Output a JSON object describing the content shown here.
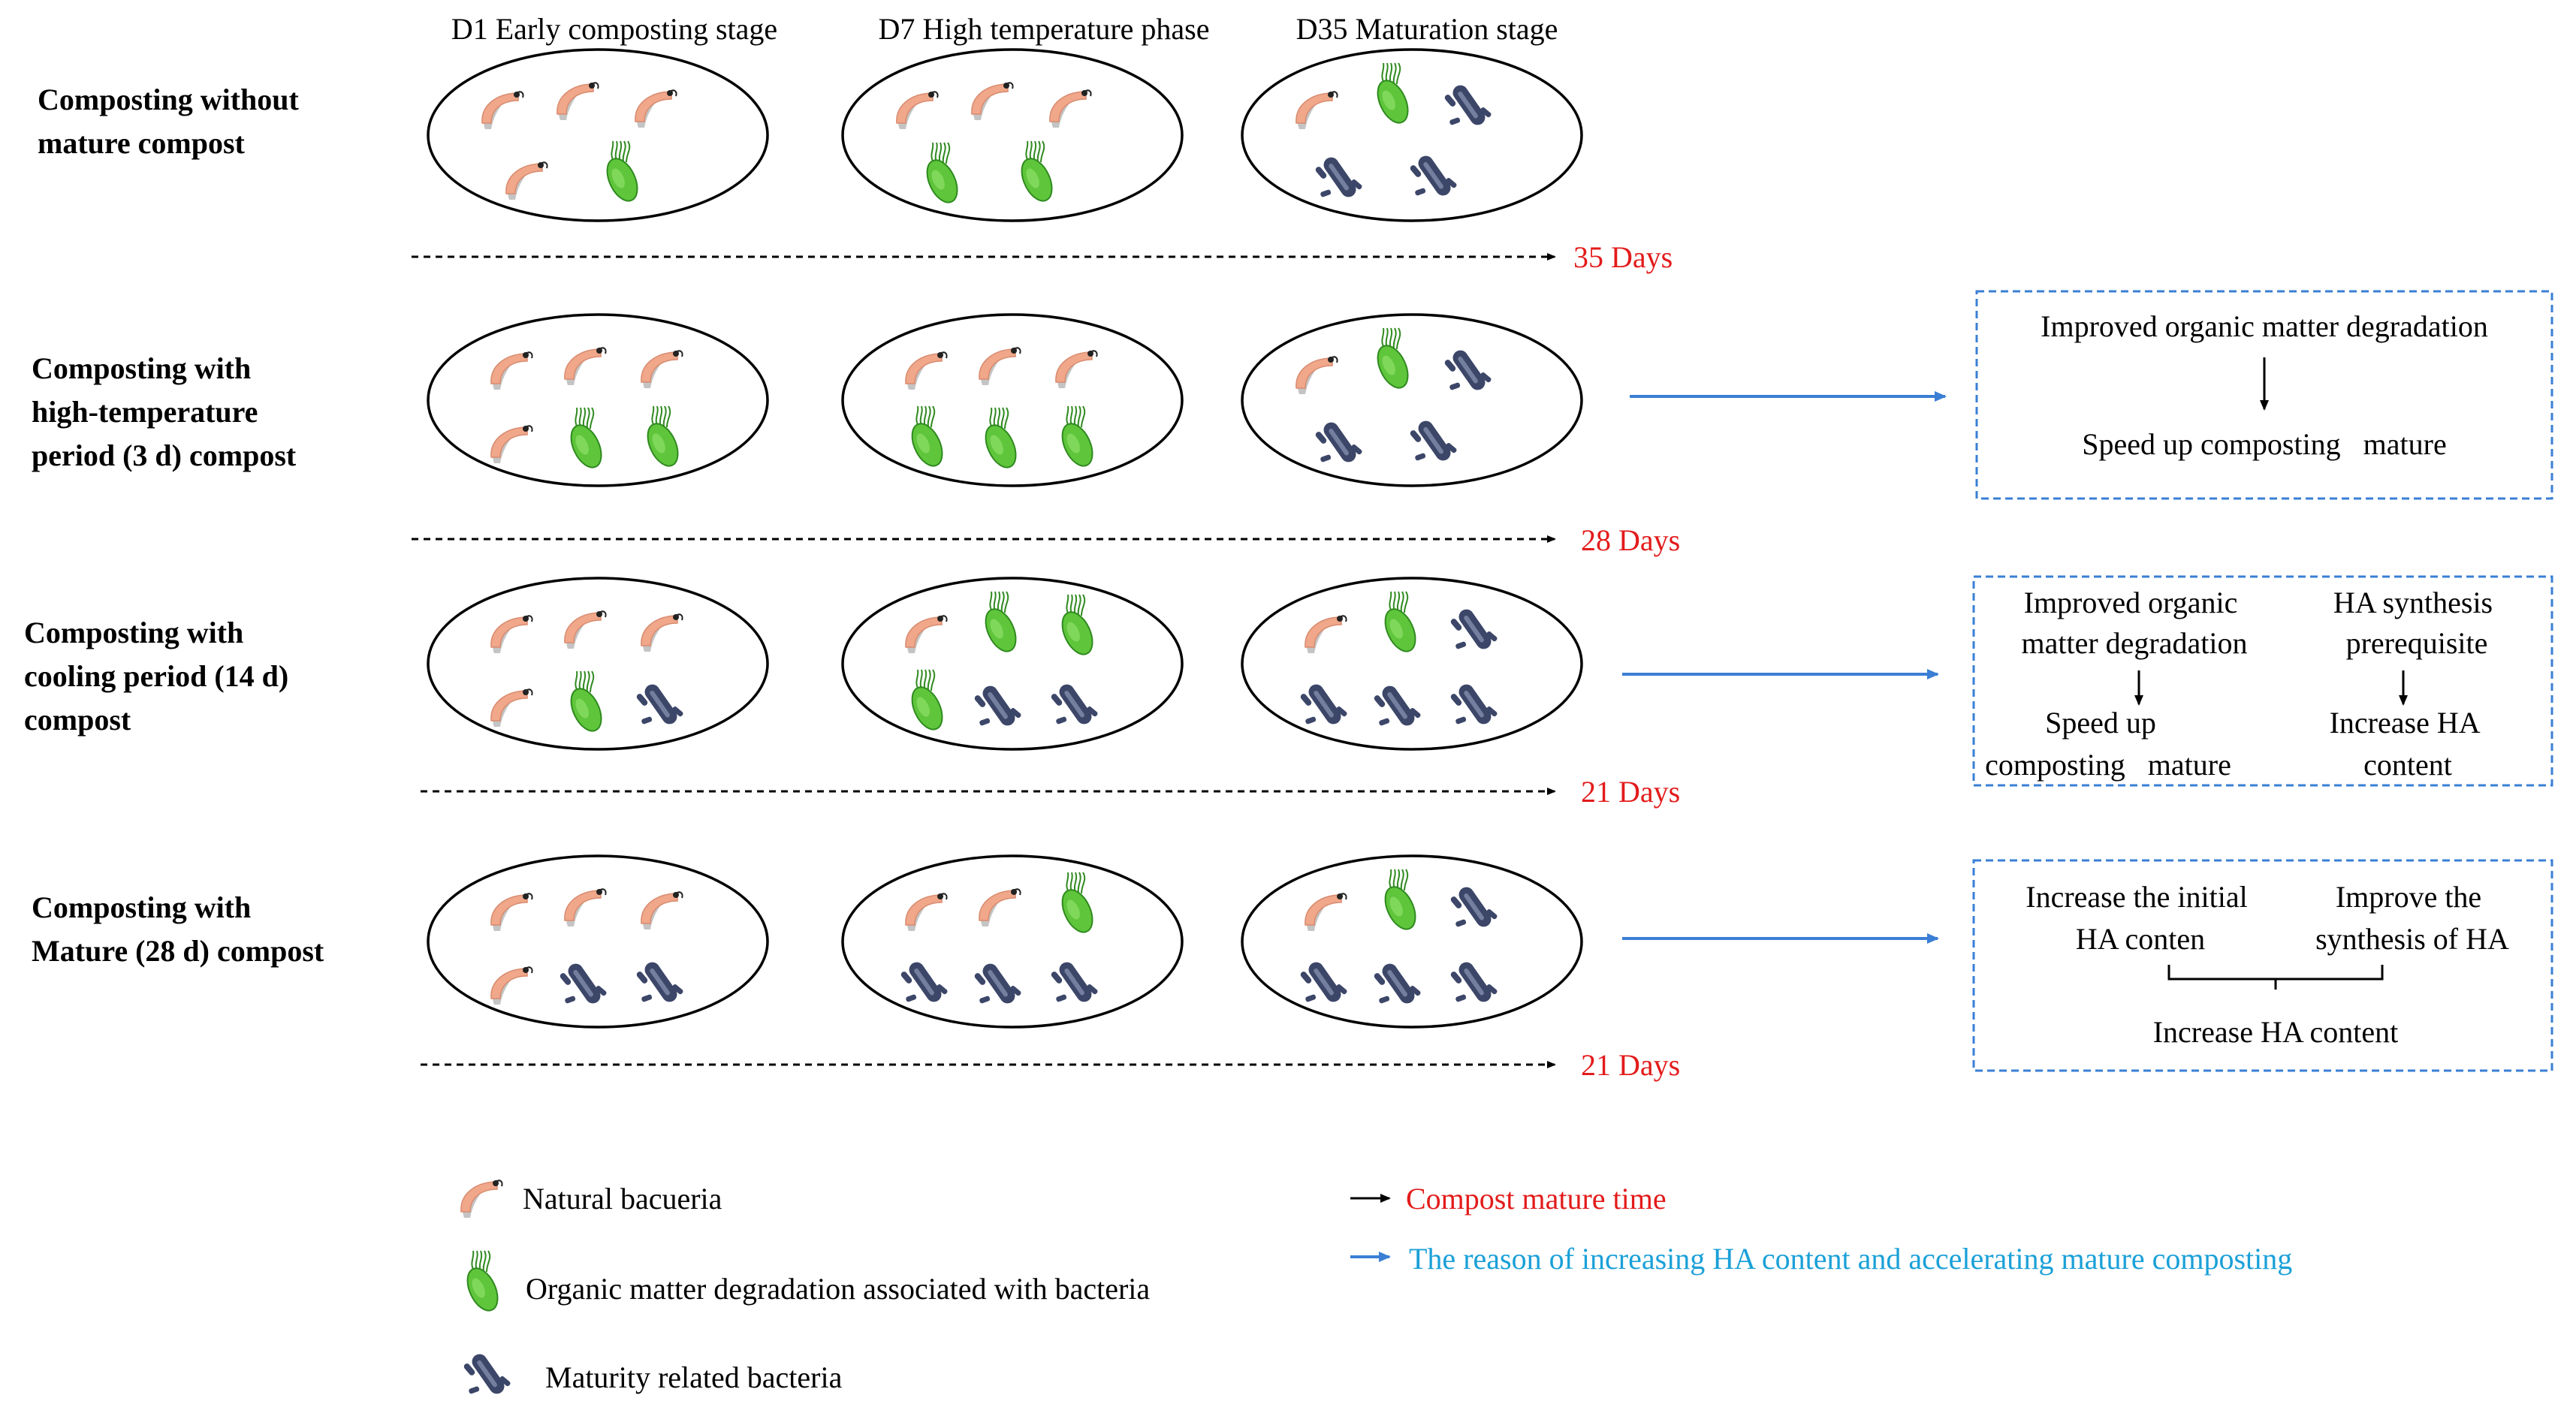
{
  "stages": [
    "D1 Early composting stage",
    "D7 High temperature phase",
    "D35 Maturation stage"
  ],
  "rows": [
    {
      "label_lines": [
        "Composting without",
        "mature compost"
      ],
      "days": "35 Days",
      "d1": [
        "natural",
        "natural",
        "natural",
        "natural",
        "degradation"
      ],
      "d7": [
        "natural",
        "natural",
        "natural",
        "degradation",
        "degradation"
      ],
      "d35": [
        "natural",
        "degradation",
        "maturity",
        "maturity",
        "maturity"
      ],
      "box": null
    },
    {
      "label_lines": [
        "Composting with",
        "high-temperature",
        "period (3 d) compost"
      ],
      "days": "28 Days",
      "d1": [
        "natural",
        "natural",
        "natural",
        "natural",
        "degradation",
        "degradation"
      ],
      "d7": [
        "natural",
        "natural",
        "natural",
        "degradation",
        "degradation",
        "degradation"
      ],
      "d35": [
        "natural",
        "degradation",
        "maturity",
        "maturity",
        "maturity"
      ],
      "box": {
        "type": "single",
        "top": "Improved organic matter degradation",
        "bottom": "Speed up composting   mature"
      }
    },
    {
      "label_lines": [
        "Composting with",
        "cooling period (14 d)",
        "compost"
      ],
      "days": "21 Days",
      "d1": [
        "natural",
        "natural",
        "natural",
        "natural",
        "degradation",
        "maturity"
      ],
      "d7": [
        "natural",
        "degradation",
        "degradation",
        "degradation",
        "maturity",
        "maturity"
      ],
      "d35": [
        "natural",
        "degradation",
        "maturity",
        "maturity",
        "maturity",
        "maturity"
      ],
      "box": {
        "type": "double",
        "left_top": [
          "Improved organic",
          "matter degradation"
        ],
        "left_bottom": [
          "Speed up",
          "composting   mature"
        ],
        "right_top": [
          "HA synthesis",
          "prerequisite"
        ],
        "right_bottom": [
          "Increase HA",
          "content"
        ]
      }
    },
    {
      "label_lines": [
        "Composting with",
        "Mature (28 d) compost"
      ],
      "days": "21 Days",
      "d1": [
        "natural",
        "natural",
        "natural",
        "natural",
        "maturity",
        "maturity"
      ],
      "d7": [
        "natural",
        "natural",
        "degradation",
        "maturity",
        "maturity",
        "maturity"
      ],
      "d35": [
        "natural",
        "degradation",
        "maturity",
        "maturity",
        "maturity",
        "maturity"
      ],
      "box": {
        "type": "brace",
        "left": [
          "Increase the initial",
          "HA conten"
        ],
        "right": [
          "Improve the",
          "synthesis of HA"
        ],
        "bottom": "Increase HA content"
      }
    }
  ],
  "legend": {
    "natural": "Natural bacueria",
    "degradation": "Organic matter degradation associated with bacteria",
    "maturity": "Maturity related bacteria",
    "time_arrow": "Compost mature time",
    "reason_arrow": "The reason of increasing HA content and accelerating mature composting"
  },
  "colors": {
    "days_text": "#e31b1b",
    "reason_text": "#1aa0d8",
    "blue_arrow": "#3a7fd5",
    "box_border": "#3a7fd5",
    "natural_body": "#f0a78a",
    "natural_tail": "#c4c4c4",
    "degradation": "#5fc53b",
    "degradation_edge": "#2f8a1f",
    "maturity": "#3c4668",
    "maturity_light": "#9aa4c4"
  }
}
